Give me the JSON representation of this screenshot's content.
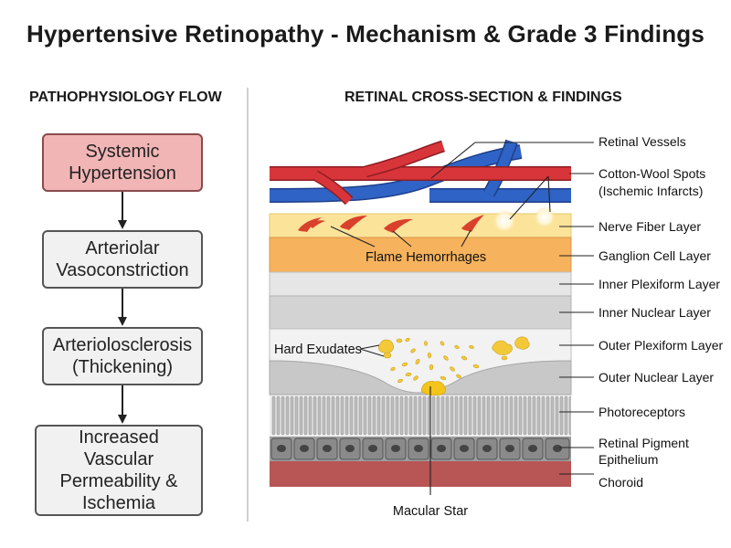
{
  "title": "Hypertensive Retinopathy - Mechanism & Grade 3 Findings",
  "left_panel": {
    "heading": "PATHOPHYSIOLOGY FLOW",
    "steps": [
      [
        "Systemic",
        "Hypertension"
      ],
      [
        "Arteriolar",
        "Vasoconstriction"
      ],
      [
        "Arteriolosclerosis",
        "(Thickening)"
      ],
      [
        "Increased Vascular",
        "Permeability &",
        "Ischemia"
      ]
    ]
  },
  "right_panel": {
    "heading": "RETINAL CROSS-SECTION & FINDINGS",
    "layer_labels": {
      "vessels": "Retinal Vessels",
      "cotton_wool_1": "Cotton-Wool Spots",
      "cotton_wool_2": "(Ischemic Infarcts)",
      "nerve_fiber": "Nerve Fiber Layer",
      "ganglion": "Ganglion Cell Layer",
      "inner_plexiform": "Inner Plexiform Layer",
      "inner_nuclear": "Inner Nuclear Layer",
      "outer_plexiform": "Outer Plexiform Layer",
      "outer_nuclear": "Outer Nuclear Layer",
      "photoreceptors": "Photoreceptors",
      "rpe_1": "Retinal Pigment",
      "rpe_2": "Epithelium",
      "choroid": "Choroid"
    },
    "inline_labels": {
      "flame": "Flame Hemorrhages",
      "hard_exudates": "Hard Exudates",
      "macular_star": "Macular Star"
    }
  },
  "colors": {
    "artery": "#d8353a",
    "vein": "#2f63c6",
    "nerve_fiber": "#fbe39a",
    "ganglion": "#f6b25c",
    "inner_plexiform": "#e6e6e6",
    "inner_nuclear": "#d3d3d3",
    "outer_plexiform": "#f2f2f2",
    "outer_nuclear": "#c8c8c8",
    "choroid": "#b85555",
    "exudate": "#f3c93a",
    "hemorrhage": "#d9412c",
    "flow_hot": "#f2b5b6"
  }
}
